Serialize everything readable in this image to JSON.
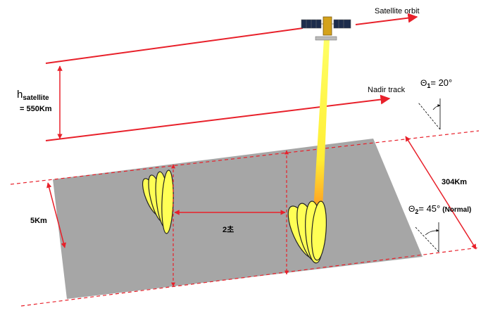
{
  "labels": {
    "satellite_orbit": "Satellite orbit",
    "nadir_track": "Nadir track",
    "h_symbol": "h",
    "h_subscript": "satellite",
    "h_value": "= 550Km",
    "theta1": "Θ",
    "theta1_sub": "1",
    "theta1_value": "= 20°",
    "theta2": "Θ",
    "theta2_sub": "2",
    "theta2_value": "= 45°",
    "theta2_note": "(Normal)",
    "swath_width": "304Km",
    "footprint_length": "5Km",
    "spacing": "2초"
  },
  "colors": {
    "ground": "#a6a6a6",
    "arrow": "#e8202a",
    "beam": "#ffff33",
    "footprint": "#ffff55",
    "footprint_stroke": "#222222"
  }
}
